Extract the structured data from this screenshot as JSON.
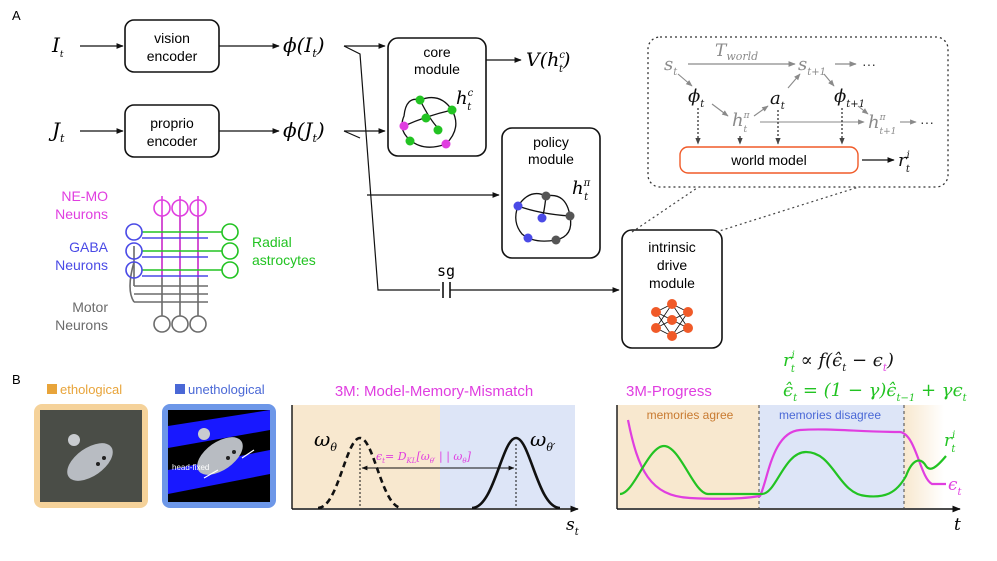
{
  "panel_a": {
    "label": "A",
    "inputs": {
      "i_main": "I",
      "i_sub": "t",
      "j_main": "J",
      "j_sub": "t"
    },
    "vision_encoder": {
      "line1": "vision",
      "line2": "encoder"
    },
    "proprio_encoder": {
      "line1": "proprio",
      "line2": "encoder"
    },
    "phi_i": "ϕ(I",
    "phi_i_tail": ")",
    "phi_j": "ϕ(J",
    "phi_j_tail": ")",
    "t": "t",
    "core_module": {
      "line1": "core",
      "line2": "module",
      "h_main": "h",
      "h_sub": "t",
      "h_sup": "c"
    },
    "value_output": {
      "v": "V(h",
      "sub": "t",
      "sup": "c",
      "tail": ")"
    },
    "policy_module": {
      "line1": "policy",
      "line2": "module",
      "h_main": "h",
      "h_sub": "t",
      "h_sup": "π"
    },
    "intrinsic_module": {
      "line1": "intrinsic",
      "line2": "drive",
      "line3": "module"
    },
    "sg_label": "sg",
    "neurons": {
      "nemo": {
        "line1": "NE-MO",
        "line2": "Neurons",
        "color": "#e64ae6"
      },
      "gaba": {
        "line1": "GABA",
        "line2": "Neurons",
        "color": "#4a4ae6"
      },
      "motor": {
        "line1": "Motor",
        "line2": "Neurons",
        "color": "#6b6b6b"
      },
      "astro": {
        "line1": "Radial",
        "line2": "astrocytes",
        "color": "#22c322"
      }
    },
    "world_model_box": {
      "s_t": "s",
      "s_t1": "s",
      "t_world": "T",
      "t_world_sub": "world",
      "dots": "···",
      "phi": "ϕ",
      "a": "a",
      "h": "h",
      "pi": "π",
      "t_sub": "t",
      "t1_sub": "t+1",
      "world_model_label": "world model",
      "reward_r": "r",
      "reward_sup": "i",
      "reward_sub": "t"
    }
  },
  "panel_b": {
    "label": "B",
    "ethological": {
      "label": "ethological",
      "color": "#e8a43a"
    },
    "unethological": {
      "label": "unethological",
      "color": "#4a68d6",
      "head_fixed": "head-fixed"
    },
    "mismatch": {
      "title": "3M: Model-Memory-Mismatch",
      "omega": "ω",
      "theta": "θ",
      "theta_prime": "θ′",
      "eps_label": "ϵ",
      "eps_eq": "= D",
      "kl": "KL",
      "eps_rest": "[ω",
      "eps_rest2": " | | ω",
      "eps_end": "]",
      "x_axis": "s",
      "x_sub": "t"
    },
    "progress": {
      "title": "3M-Progress",
      "agree": "memories agree",
      "disagree": "memories disagree",
      "x_axis": "t",
      "r_label": "r",
      "eps_label": "ϵ"
    },
    "equations": {
      "eq1_a": "r",
      "eq1_b": " ∝ f(ϵ̂",
      "eq1_c": " − ϵ",
      "eq1_d": ")",
      "eq2_a": "ϵ̂",
      "eq2_b": " = (1 − γ)ϵ̂",
      "eq2_c": " + γϵ",
      "sub_t": "t",
      "sub_t1": "t−1",
      "sup_i": "i"
    }
  },
  "colors": {
    "magenta": "#e03ee0",
    "green": "#22c322",
    "blue": "#4a4ae6",
    "orange_bg": "#f8e8cf",
    "blue_bg": "#dde5f7",
    "dark": "#111111",
    "gray": "#8a8a8a",
    "red_node": "#f05a28"
  }
}
